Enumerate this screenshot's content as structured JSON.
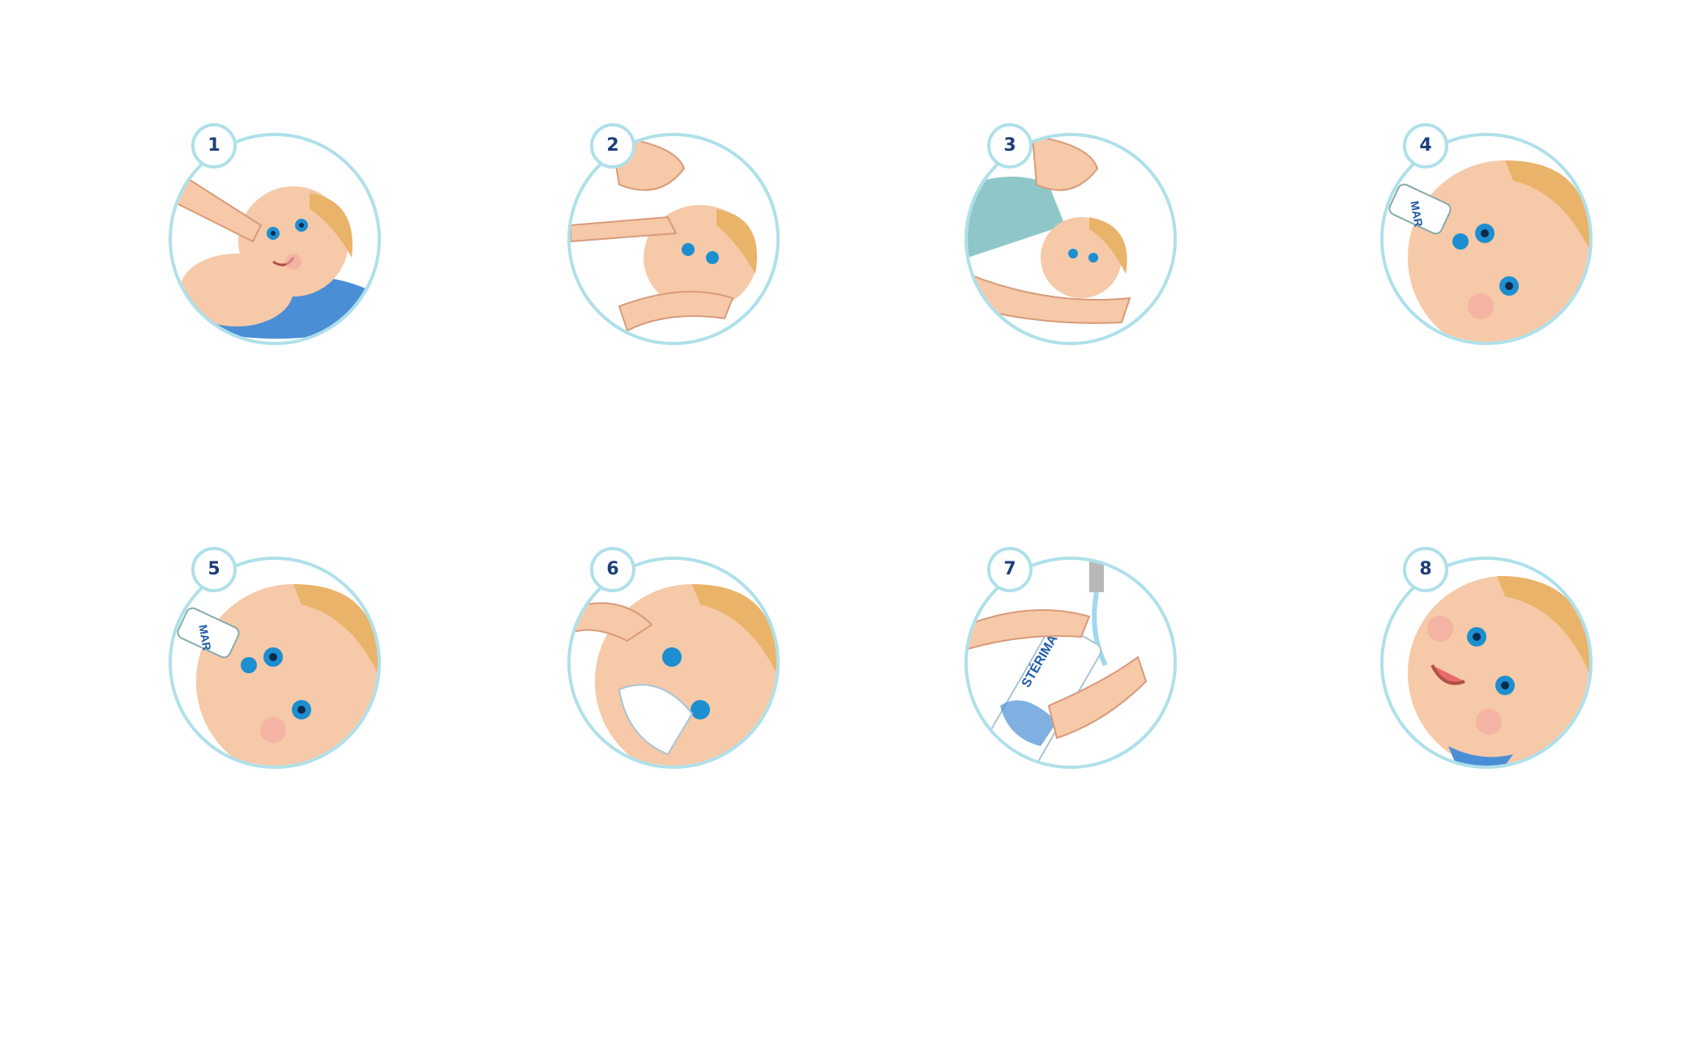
{
  "steps": [
    {
      "number": "1",
      "scene": "baby-lying-hand"
    },
    {
      "number": "2",
      "scene": "parent-hands-baby-head"
    },
    {
      "number": "3",
      "scene": "parent-holds-baby"
    },
    {
      "number": "4",
      "scene": "spray-in-nose",
      "brand": "MAR"
    },
    {
      "number": "5",
      "scene": "spray-in-nose-2",
      "brand": "MAR"
    },
    {
      "number": "6",
      "scene": "wipe-nose-tissue"
    },
    {
      "number": "7",
      "scene": "rinse-nozzle",
      "brand": "STÉRIMAR"
    },
    {
      "number": "8",
      "scene": "happy-baby"
    }
  ],
  "colors": {
    "ring": "#aee0ea",
    "badge_text": "#1d3f7a",
    "skin": "#f6c9a8",
    "skin_shadow": "#e8a98a",
    "hair": "#e9b36a",
    "eye": "#1d8fd1",
    "blanket": "#4a8fd6",
    "cheek": "#f4a5a0"
  }
}
